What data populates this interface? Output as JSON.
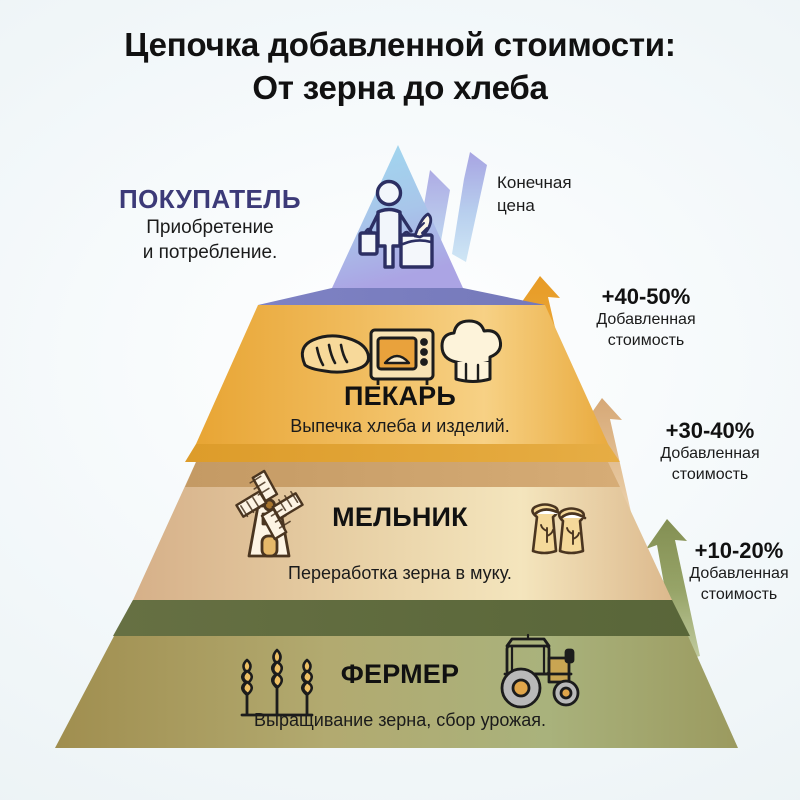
{
  "title": {
    "line1": "Цепочка добавленной стоимости:",
    "line2": "От зерна до хлеба"
  },
  "colors": {
    "background": "#f2f8fa",
    "buyer_name": "#3c3a78",
    "buyer_triangle_top": "#9fd7ef",
    "buyer_triangle_bottom": "#a9a4e2",
    "buyer_shadow": "#7b7fc0",
    "baker_left": "#e9a83a",
    "baker_right": "#f6cf7f",
    "baker_shadow": "#e0a231",
    "miller_left": "#d8b48c",
    "miller_right": "#f3e2b8",
    "miller_shadow": "#c79a63",
    "farmer_left": "#a79456",
    "farmer_right": "#a6b07a",
    "farmer_shadow": "#5f6b3c",
    "arrow_purple": "#a9a7e0",
    "arrow_gold": "#e79f2e",
    "arrow_tan": "#d9ae7a",
    "arrow_green": "#8d9b5c",
    "text_dark": "#111111"
  },
  "chart_data": {
    "type": "pyramid",
    "title": "Цепочка добавленной стоимости: От зерна до хлеба",
    "levels": [
      {
        "index": 0,
        "position": "apex",
        "name": "ПОКУПАТЕЛЬ",
        "description": "Приобретение и потребление.",
        "description_line1": "Приобретение",
        "description_line2": "и потребление.",
        "icons": [
          "shopper-with-bread-bag-icon"
        ],
        "color": "#a9a4e2"
      },
      {
        "index": 1,
        "position": "upper-middle",
        "name": "ПЕКАРЬ",
        "description": "Выпечка хлеба и изделий.",
        "icons": [
          "bread-loaf-icon",
          "oven-icon",
          "chef-hat-icon"
        ],
        "color": "#eeb64f",
        "added_value": "+40-50%"
      },
      {
        "index": 2,
        "position": "lower-middle",
        "name": "МЕЛЬНИК",
        "description": "Переработка зерна в муку.",
        "icons": [
          "windmill-icon",
          "flour-sacks-icon"
        ],
        "color": "#e2c59b",
        "added_value": "+30-40%"
      },
      {
        "index": 3,
        "position": "base",
        "name": "ФЕРМЕР",
        "description": "Выращивание зерна, сбор урожая.",
        "icons": [
          "wheat-stalks-icon",
          "tractor-icon"
        ],
        "color": "#a2a168",
        "added_value": "+10-20%"
      }
    ],
    "annotations": [
      {
        "id": "final-price",
        "line1": "Конечная",
        "line2": "цена",
        "arrow_color": "#a9a7e0",
        "from_level": "ПЕКАРЬ",
        "to_level": "ПОКУПАТЕЛЬ"
      },
      {
        "id": "baker-margin",
        "percent": "+40-50%",
        "caption_line1": "Добавленная",
        "caption_line2": "стоимость",
        "arrow_color": "#e79f2e",
        "level": "ПЕКАРЬ"
      },
      {
        "id": "miller-margin",
        "percent": "+30-40%",
        "caption_line1": "Добавленная",
        "caption_line2": "стоимость",
        "arrow_color": "#d9ae7a",
        "level": "МЕЛЬНИК"
      },
      {
        "id": "farmer-margin",
        "percent": "+10-20%",
        "caption_line1": "Добавленная",
        "caption_line2": "стоимость",
        "arrow_color": "#8d9b5c",
        "level": "ФЕРМЕР"
      }
    ]
  }
}
